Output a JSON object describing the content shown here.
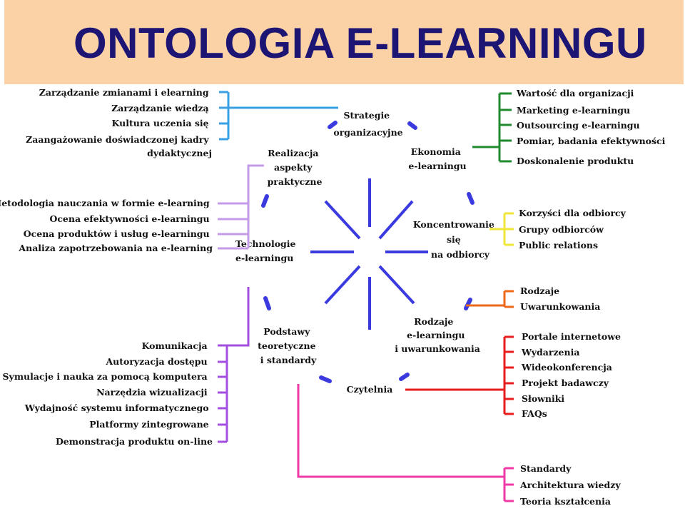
{
  "title": "ONTOLOGIA E-LEARNINGU",
  "colors": {
    "header_bg": "#fbd1a6",
    "title": "#1c1573",
    "wheel": "#3a3adf",
    "zarzadzanie": "#3aa0e4",
    "realizacja": "#c49be8",
    "technologie": "#a24fe0",
    "ekonomia": "#1f8a2e",
    "koncentrowanie": "#f0e63a",
    "rodzaje": "#ee6a1a",
    "czytelnia": "#e81e1e",
    "podstawy": "#ee3aa6"
  },
  "center": {
    "nodes": [
      [
        "Strategie",
        "organizacyjne"
      ],
      [
        "Ekonomia",
        "e-learningu"
      ],
      [
        "Koncentrowanie",
        "się",
        "na  odbiorcy"
      ],
      [
        "Rodzaje",
        "e-learningu",
        "i uwarunkowania"
      ],
      [
        "Czytelnia"
      ],
      [
        "Podstawy",
        "teoretyczne",
        "i standardy"
      ],
      [
        "Technologie",
        "e-learningu"
      ],
      [
        "Realizacja",
        "aspekty",
        "praktyczne"
      ]
    ]
  },
  "branches": {
    "zarzadzanie": [
      "Zarządzanie zmianami i elearning",
      "Zarządzanie wiedzą",
      "Kultura uczenia się",
      "Zaangażowanie doświadczonej kadry",
      "dydaktycznej"
    ],
    "metodologia": [
      "Metodologia nauczania w formie e-learning",
      "Ocena efektywności e-learningu",
      "Ocena produktów i usług e-learningu",
      "Analiza zapotrzebowania na e-learning"
    ],
    "technologie": [
      "Komunikacja",
      "Autoryzacja dostępu",
      "Symulacje i nauka za pomocą komputera",
      "Narzędzia wizualizacji",
      "Wydajność systemu informatycznego",
      "Platformy zintegrowane",
      "Demonstracja produktu on-line"
    ],
    "ekonomia": [
      "Wartość dla organizacji",
      "Marketing e-learningu",
      "Outsourcing e-learningu",
      "Pomiar, badania efektywności",
      "Doskonalenie produktu"
    ],
    "odbiorca": [
      "Korzyści dla odbiorcy",
      "Grupy odbiorców",
      "Public relations"
    ],
    "rodzaje": [
      "Rodzaje",
      "Uwarunkowania"
    ],
    "czytelnia": [
      "Portale internetowe",
      "Wydarzenia",
      "Wideokonferencja",
      "Projekt badawczy",
      "Słowniki",
      "FAQs"
    ],
    "standardy": [
      "Standardy",
      "Architektura wiedzy",
      "Teoria kształcenia"
    ]
  }
}
